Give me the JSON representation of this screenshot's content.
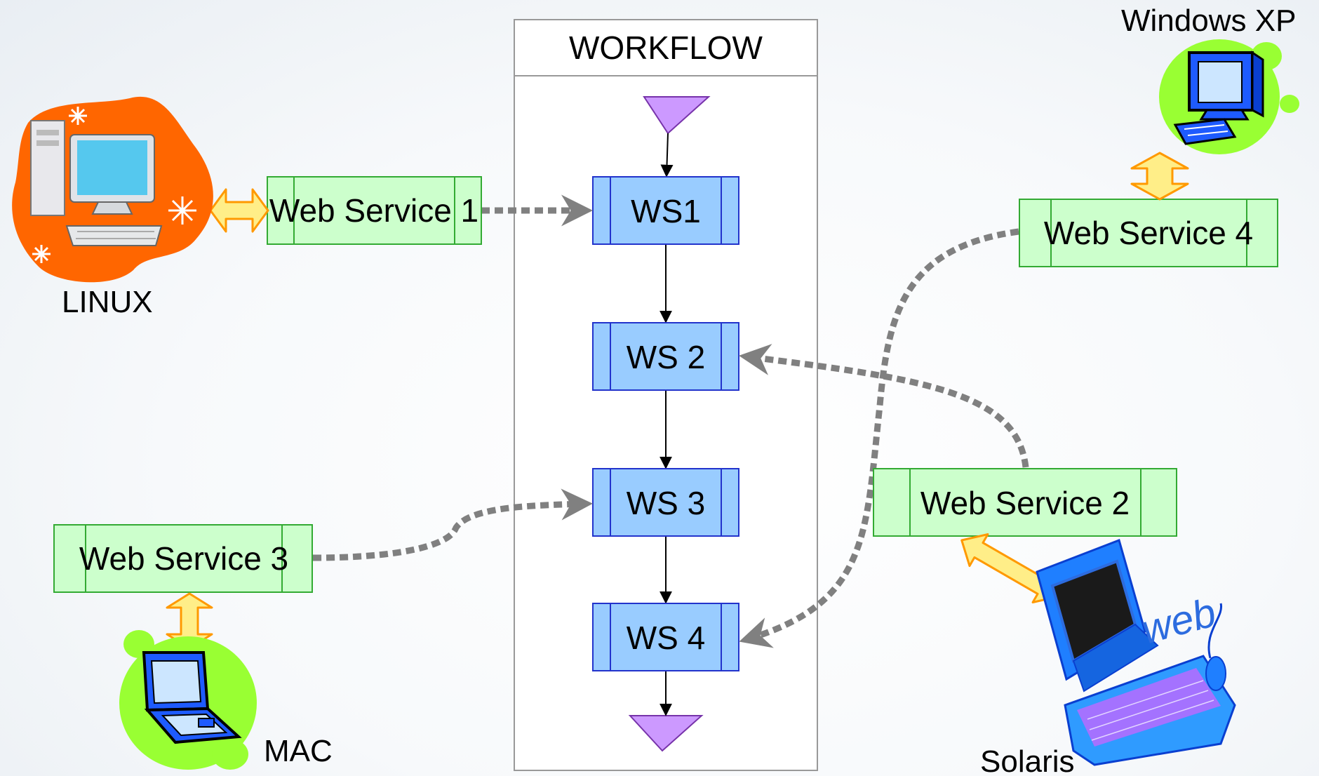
{
  "workflow": {
    "title": "WORKFLOW",
    "steps": [
      "WS1",
      "WS 2",
      "WS 3",
      "WS 4"
    ]
  },
  "services": {
    "ws1": "Web Service 1",
    "ws2": "Web Service 2",
    "ws3": "Web Service 3",
    "ws4": "Web Service 4"
  },
  "hosts": {
    "linux": "LINUX",
    "windows": "Windows XP",
    "mac": "MAC",
    "solaris": "Solaris"
  },
  "decor": {
    "web_script": "web"
  },
  "colors": {
    "service_fill": "#ccffcc",
    "service_stroke": "#33aa33",
    "step_fill": "#99ccff",
    "step_stroke": "#2233cc",
    "triangle_fill": "#cc99ff",
    "connector": "#7f7f7f",
    "linux_blob": "#ff6600",
    "green_blob": "#99ff33",
    "solaris_monitor": "#1f7fff"
  }
}
